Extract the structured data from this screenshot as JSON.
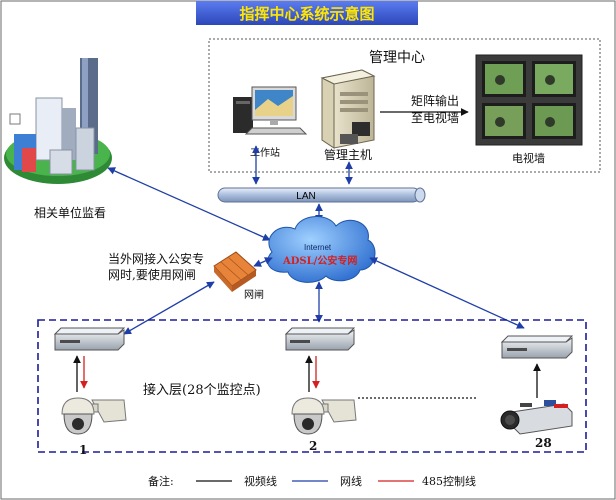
{
  "title": "指挥中心系统示意图",
  "management_center": {
    "label": "管理中心",
    "workstation_label": "工作站",
    "host_label": "管理主机",
    "matrix_label_line1": "矩阵输出",
    "matrix_label_line2": "至电视墙",
    "tv_wall_label": "电视墙"
  },
  "lan_label": "LAN",
  "related_unit_label": "相关单位监看",
  "cloud": {
    "internet_label": "Internet",
    "adsl_label": "ADSL/公安专网"
  },
  "gateway": {
    "note_line1": "当外网接入公安专",
    "note_line2": "网时,要使用网闸",
    "label": "网闸"
  },
  "access_layer_label": "接入层(28个监控点)",
  "camera_numbers": [
    "1",
    "2",
    "28"
  ],
  "legend": {
    "title": "备注:",
    "items": [
      {
        "label": "视频线",
        "color": "#111111"
      },
      {
        "label": "网线",
        "color": "#1f3fa8"
      },
      {
        "label": "485控制线",
        "color": "#d42020"
      }
    ]
  },
  "colors": {
    "title_bar": "#3b5bd6",
    "title_text": "#ffe600",
    "network_line": "#1f3fa8",
    "control_line": "#d42020",
    "video_line": "#111111",
    "dashed_box": "#1c1c9a",
    "cloud": "#3f7fd8"
  }
}
